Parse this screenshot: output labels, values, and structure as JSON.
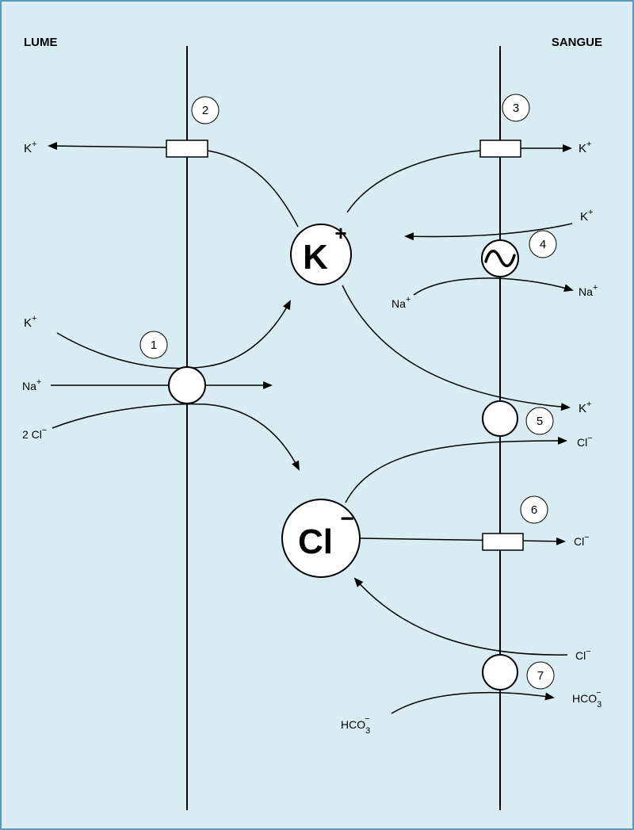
{
  "headers": {
    "left": "LUME",
    "right": "SANGUE"
  },
  "ions": {
    "potassium": {
      "base": "K",
      "charge": "+"
    },
    "chloride": {
      "base": "Cl",
      "charge": "−"
    }
  },
  "labels": {
    "k_out_left": {
      "base": "K",
      "sup": "+"
    },
    "k_in_left": {
      "base": "K",
      "sup": "+"
    },
    "na_in_left": {
      "base": "Na",
      "sup": "+"
    },
    "cl_in_left": {
      "base": "2 Cl",
      "sup": "−"
    },
    "k_out_3": {
      "base": "K",
      "sup": "+"
    },
    "k_in_4": {
      "base": "K",
      "sup": "+"
    },
    "na_in_4": {
      "base": "Na",
      "sup": "+"
    },
    "na_out_4": {
      "base": "Na",
      "sup": "+"
    },
    "k_out_5": {
      "base": "K",
      "sup": "+"
    },
    "cl_out_5": {
      "base": "Cl",
      "sup": "−"
    },
    "cl_out_6": {
      "base": "Cl",
      "sup": "−"
    },
    "cl_in_7": {
      "base": "Cl",
      "sup": "−"
    },
    "hco3_out_7": {
      "base": "HCO",
      "sub": "3",
      "sup": "−"
    },
    "hco3_in_7": {
      "base": "HCO",
      "sub": "3",
      "sup": "−"
    }
  },
  "transporters": [
    "1",
    "2",
    "3",
    "4",
    "5",
    "6",
    "7"
  ],
  "pump_symbol": "~",
  "colors": {
    "background": "#d9ecf4",
    "border": "#5a9bbd",
    "ink": "#000000"
  }
}
